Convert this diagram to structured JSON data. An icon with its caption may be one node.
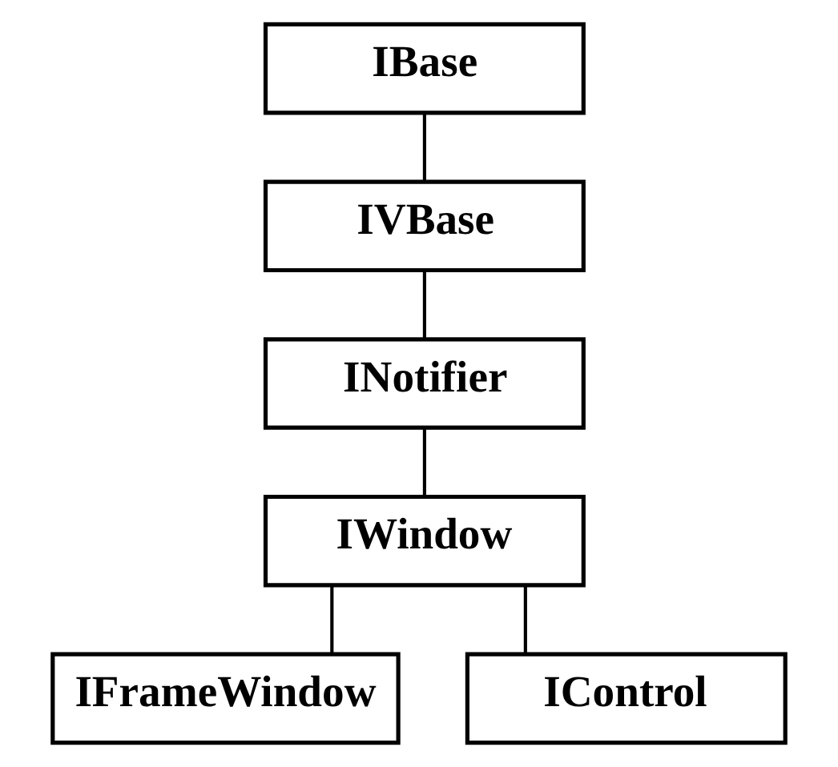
{
  "diagram": {
    "nodes": [
      {
        "text": [
          "IBase"
        ]
      },
      {
        "text": [
          "IVBase"
        ]
      },
      {
        "text": [
          "INotifier"
        ]
      },
      {
        "text": [
          "IWindow"
        ]
      },
      {
        "text": [
          "IFrameWindow"
        ]
      },
      {
        "text": [
          "IControl"
        ]
      }
    ],
    "edges": [
      {
        "from": 0,
        "to": 1,
        "arrow": "none"
      },
      {
        "from": 1,
        "to": 2,
        "arrow": "none"
      },
      {
        "from": 2,
        "to": 3,
        "arrow": "none"
      },
      {
        "from": 3,
        "to": 4,
        "arrow": "none"
      },
      {
        "from": 3,
        "to": 5,
        "arrow": "none"
      }
    ]
  }
}
